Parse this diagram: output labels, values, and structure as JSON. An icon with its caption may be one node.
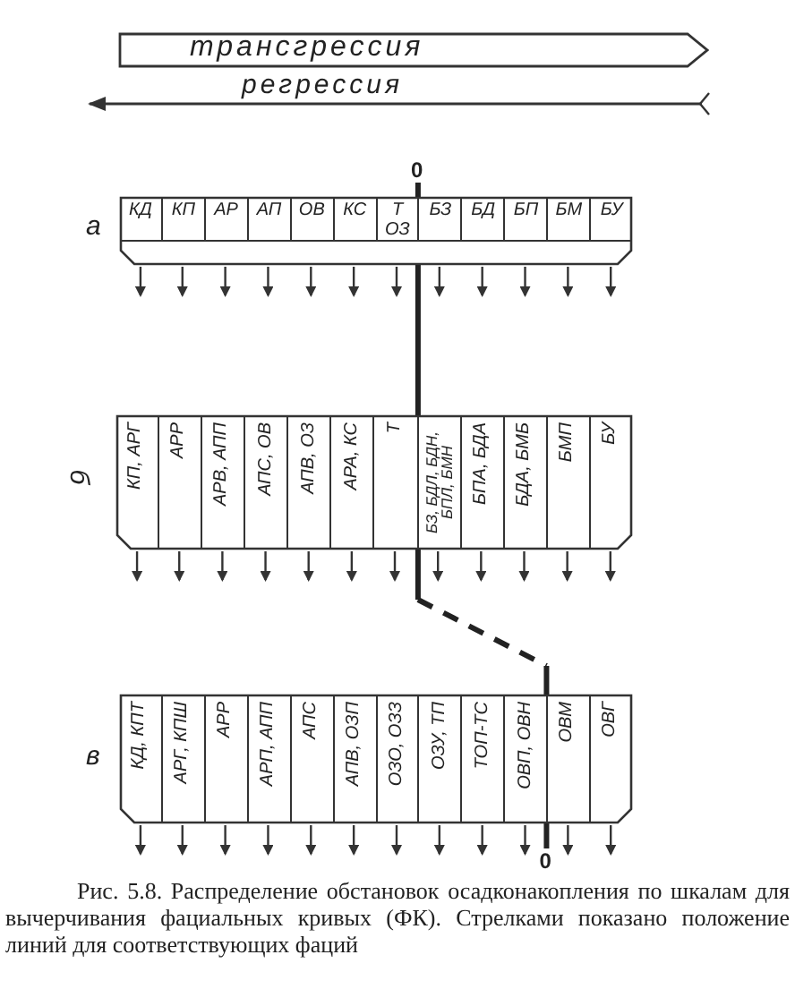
{
  "diagram": {
    "caption": "Рис. 5.8. Распределение обстановок осадконакопления по шкалам для вычерчивания фациальных кривых (ФК). Стрелками показано положение линий для соответствующих фаций",
    "nodes": [
      {
        "text": [
          "трансгрессия"
        ]
      },
      {
        "text": [],
        "shape": "box",
        "beside": [
          "а"
        ]
      },
      {
        "text": [
          "КД"
        ],
        "in": 1
      },
      {
        "text": [
          "КП"
        ],
        "in": 1
      },
      {
        "text": [
          "АР"
        ],
        "in": 1
      },
      {
        "text": [
          "АП"
        ],
        "in": 1
      },
      {
        "text": [
          "ОВ"
        ],
        "in": 1
      },
      {
        "text": [
          "КС"
        ],
        "in": 1
      },
      {
        "text": [
          "Т ОЗ"
        ],
        "in": 1
      },
      {
        "text": [
          "БЗ"
        ],
        "in": 1
      },
      {
        "text": [
          "БД"
        ],
        "in": 1
      },
      {
        "text": [
          "БП"
        ],
        "in": 1
      },
      {
        "text": [
          "БМ"
        ],
        "in": 1
      },
      {
        "text": [
          "БУ"
        ],
        "in": 1
      },
      {
        "text": [],
        "shape": "box",
        "beside": [
          "б"
        ]
      },
      {
        "text": [
          "КП, АРГ"
        ],
        "in": 14
      },
      {
        "text": [
          "АРР"
        ],
        "in": 14
      },
      {
        "text": [
          "АРВ, АПП"
        ],
        "in": 14
      },
      {
        "text": [
          "АПС, ОВ"
        ],
        "in": 14
      },
      {
        "text": [
          "АПВ, ОЗ"
        ],
        "in": 14
      },
      {
        "text": [
          "АРА, КС"
        ],
        "in": 14
      },
      {
        "text": [
          "Т"
        ],
        "in": 14
      },
      {
        "text": [
          "БЗ, БДЛ, БДН, БПЛ, БМН"
        ],
        "in": 14
      },
      {
        "text": [
          "БПА, БДА"
        ],
        "in": 14
      },
      {
        "text": [
          "БДА, БМБ"
        ],
        "in": 14
      },
      {
        "text": [
          "БМП"
        ],
        "in": 14
      },
      {
        "text": [
          "БУ"
        ],
        "in": 14
      },
      {
        "text": [],
        "shape": "box",
        "beside": [
          "в"
        ]
      },
      {
        "text": [
          "КД, КПТ"
        ],
        "in": 27
      },
      {
        "text": [
          "АРГ, КПШ"
        ],
        "in": 27
      },
      {
        "text": [
          "АРР"
        ],
        "in": 27
      },
      {
        "text": [
          "АРП, АПП"
        ],
        "in": 27
      },
      {
        "text": [
          "АПС"
        ],
        "in": 27
      },
      {
        "text": [
          "АПВ, ОЗП"
        ],
        "in": 27
      },
      {
        "text": [
          "ОЗО, ОЗЗ"
        ],
        "in": 27
      },
      {
        "text": [
          "ОЗУ, ТП"
        ],
        "in": 27
      },
      {
        "text": [
          "ТОП-ТС"
        ],
        "in": 27
      },
      {
        "text": [
          "ОВП, ОВН"
        ],
        "in": 27
      },
      {
        "text": [
          "ОВМ"
        ],
        "in": 27
      },
      {
        "text": [
          "ОВГ"
        ],
        "in": 27
      }
    ],
    "edges": [],
    "labels": [
      "регрессия",
      "0",
      "0"
    ]
  }
}
